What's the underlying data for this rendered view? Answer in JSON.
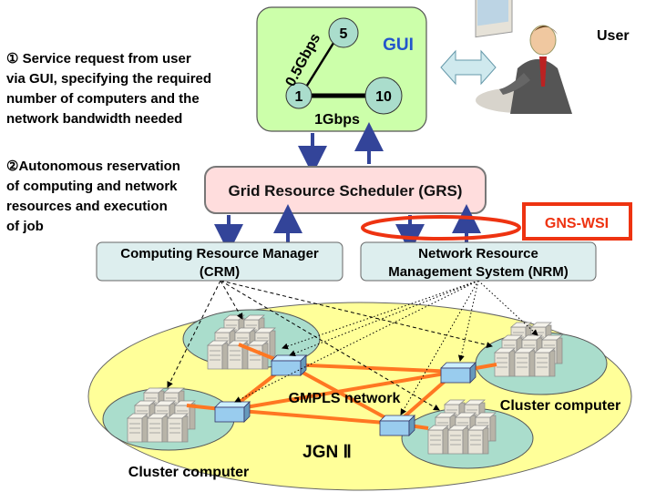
{
  "gui": {
    "label": "GUI",
    "nodes": [
      "5",
      "1",
      "10"
    ],
    "link_05": "0.5Gbps",
    "link_1": "1Gbps"
  },
  "user": {
    "label": "User"
  },
  "steps": {
    "step1": [
      "① Service request from user",
      "via GUI, specifying the required",
      "number of computers and the",
      "network bandwidth needed"
    ],
    "step2": [
      "②Autonomous reservation",
      "of computing and network",
      "resources and execution",
      "of job"
    ]
  },
  "grs": {
    "label": "Grid Resource Scheduler (GRS)"
  },
  "gnswsi": {
    "label": "GNS-WSI"
  },
  "crm": {
    "line1": "Computing Resource Manager",
    "line2": "(CRM)"
  },
  "nrm": {
    "line1": "Network Resource",
    "line2": "Management System (NRM)"
  },
  "network": {
    "gmpls": "GMPLS network",
    "jgn": "JGN Ⅱ",
    "cluster_right": "Cluster computer",
    "cluster_bottom": "Cluster computer"
  },
  "colors": {
    "gui_fill": "#ccffaa",
    "grs_fill": "#ffdddd",
    "manager_fill": "#ddeeee",
    "arrow_blue": "#334499",
    "orange": "#ff7722",
    "red_highlight": "#ee3311",
    "yellow": "#ffff99",
    "cluster_fill": "#aaddcc",
    "switch_fill": "#99ccee"
  },
  "icons": [
    "double-arrow-icon",
    "user-icon",
    "server-icon",
    "switch-icon"
  ]
}
